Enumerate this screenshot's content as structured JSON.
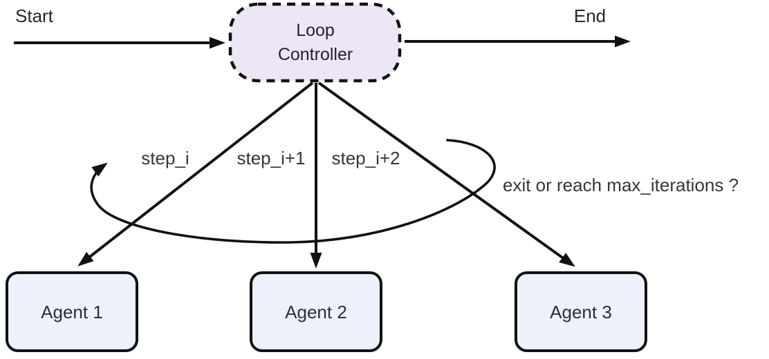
{
  "diagram": {
    "start_label": "Start",
    "end_label": "End",
    "controller": {
      "line1": "Loop",
      "line2": "Controller"
    },
    "edge_labels": {
      "step_i": "step_i",
      "step_i_plus_1": "step_i+1",
      "step_i_plus_2": "step_i+2",
      "loop_condition": "exit or reach max_iterations ?"
    },
    "agents": [
      {
        "label": "Agent 1"
      },
      {
        "label": "Agent 2"
      },
      {
        "label": "Agent 3"
      }
    ],
    "colors": {
      "controller_fill": "#ece6f7",
      "agent_fill": "#ecf1fa",
      "line": "#111111",
      "text": "#26262b",
      "background": "#ffffff"
    }
  }
}
